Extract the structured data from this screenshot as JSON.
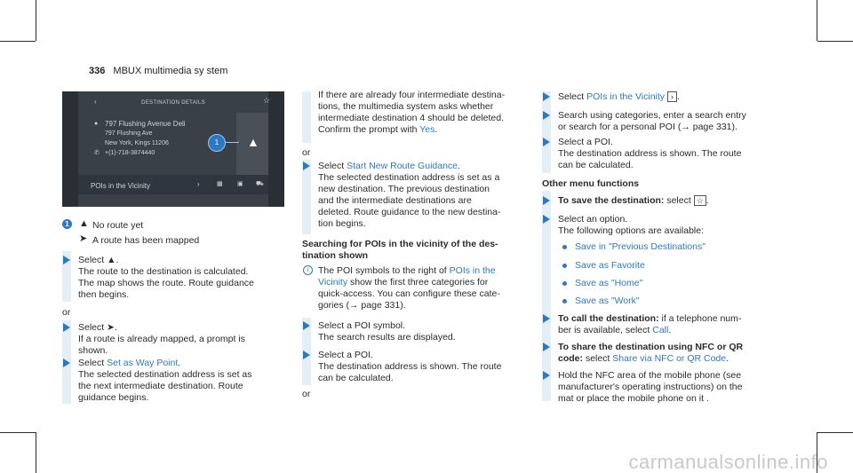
{
  "header": {
    "page": "336",
    "title": "MBUX multimedia sy stem"
  },
  "screen": {
    "title": "DESTINATION DETAILS",
    "place_name": "797 Flushing Avenue Deli",
    "addr1": "797 Flushing Ave",
    "addr2": "New York, Kings 11206",
    "phone": "+(1)-718-3874440",
    "pois": "POIs in the Vicinity",
    "callout": "1"
  },
  "legend": [
    {
      "badge": "1",
      "text": "No route yet"
    },
    {
      "text": "A route has been mapped"
    }
  ],
  "col1": {
    "s1_a": "Select",
    "s1_b": "The route to the destination is calculated.",
    "s1_c": "The map shows the route. Route guidance",
    "s1_d": "then begins.",
    "or1": "or",
    "s2_a": "Select",
    "s2_b": "If a route is already mapped, a prompt is",
    "s2_c": "shown.",
    "s3_a": "Select",
    "s3_link": "Set as Way Point",
    "s3_b": "The selected destination address is set as",
    "s3_c": "the next intermediate destination. Route",
    "s3_d": "guidance begins."
  },
  "col2": {
    "p1": "If there are already four intermediate destina-",
    "p2": "tions, the multimedia system asks whether",
    "p3": "intermediate destination 4 should be deleted.",
    "p4": "Confirm the prompt with",
    "p4_link": "Yes",
    "or1": "or",
    "s1_a": "Select",
    "s1_link": "Start New Route Guidance",
    "s1_b": "The selected destination address is set as a",
    "s1_c": "new destination. The previous destination",
    "s1_d": "and the intermediate destinations are",
    "s1_e": "deleted. Route guidance to the new destina-",
    "s1_f": "tion begins.",
    "h1": "Searching for POIs in the vicinity of the des-",
    "h2": "tination shown",
    "i1_a": "The POI symbols to the right of",
    "i1_link1": "POIs in the",
    "i2_link": "Vicinity",
    "i2_b": "show the first three categories for",
    "i3": "quick-access. You can configure these cate-",
    "i4": "gories (→ page 331).",
    "s2_a": "Select a POI symbol.",
    "s2_b": "The search results are displayed.",
    "s3_a": "Select a POI.",
    "s3_b": "The destination address is shown. The route",
    "s3_c": "can be calculated.",
    "or2": "or"
  },
  "col3": {
    "s1_a": "Select",
    "s1_link": "POIs in the Vicinity",
    "s2_a": "Search using categories, enter a search entry",
    "s2_b": "or search for a personal POI (→ page 331).",
    "s3_a": "Select a POI.",
    "s3_b": "The destination address is shown. The route",
    "s3_c": "can be calculated.",
    "h1": "Other menu functions",
    "s4_a": "To save the destination:",
    "s4_b": "select",
    "s5_a": "Select an option.",
    "s5_b": "The following options are available:",
    "opt": [
      "Save in \"Previous Destinations\"",
      "Save as Favorite",
      "Save as \"Home\"",
      "Save as \"Work\""
    ],
    "s6_a": "To call the destination:",
    "s6_b": "if a telephone num-",
    "s6_c": "ber is available, select",
    "s6_link": "Call",
    "s7_a": "To share the destination using NFC or QR",
    "s7_b": "code:",
    "s7_c": "select",
    "s7_link": "Share via NFC or QR Code",
    "s8_a": "Hold the NFC area of the mobile phone (see",
    "s8_b": "manufacturer's operating instructions) on the",
    "s8_c": "mat or place the mobile phone on it ."
  },
  "watermark": "carmanualsonline.info"
}
